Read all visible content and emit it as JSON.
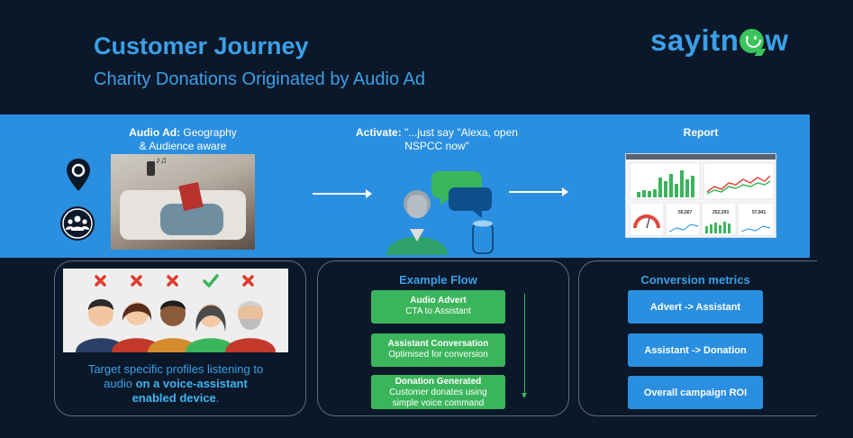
{
  "header": {
    "title": "Customer Journey",
    "subtitle": "Charity Donations Originated by Audio Ad"
  },
  "logo": {
    "before": "sayitn",
    "after": "w",
    "icon": "smiley-bubble-icon"
  },
  "band": {
    "audio_ad_label": "Audio Ad:",
    "audio_ad_text_1": " Geography",
    "audio_ad_text_2": "& Audience aware",
    "activate_label": "Activate:",
    "activate_text_1": " \"...just say \"Alexa, open",
    "activate_text_2": "NSPCC now\"",
    "report_label": "Report"
  },
  "report_stats": [
    "55,567",
    "252,293",
    "57,841"
  ],
  "targeting": {
    "line1": "Target specific profiles listening to",
    "line2_plain": "audio ",
    "line2_bold": "on a voice-assistant",
    "line3_bold": "enabled device",
    "line3_plain": "."
  },
  "flow": {
    "title": "Example Flow",
    "steps": [
      {
        "heading": "Audio Advert",
        "line1": "CTA to Assistant",
        "line2": ""
      },
      {
        "heading": "Assistant Conversation",
        "line1": "Optimised for conversion",
        "line2": ""
      },
      {
        "heading": "Donation Generated",
        "line1": "Customer donates using",
        "line2": "simple voice command"
      }
    ]
  },
  "metrics": {
    "title": "Conversion metrics",
    "items": [
      "Advert -> Assistant",
      "Assistant -> Donation",
      "Overall campaign ROI"
    ]
  },
  "colors": {
    "accent": "#3aa0e8",
    "band": "#2a8fe0",
    "green": "#3bb55b",
    "background": "#0b1829"
  }
}
